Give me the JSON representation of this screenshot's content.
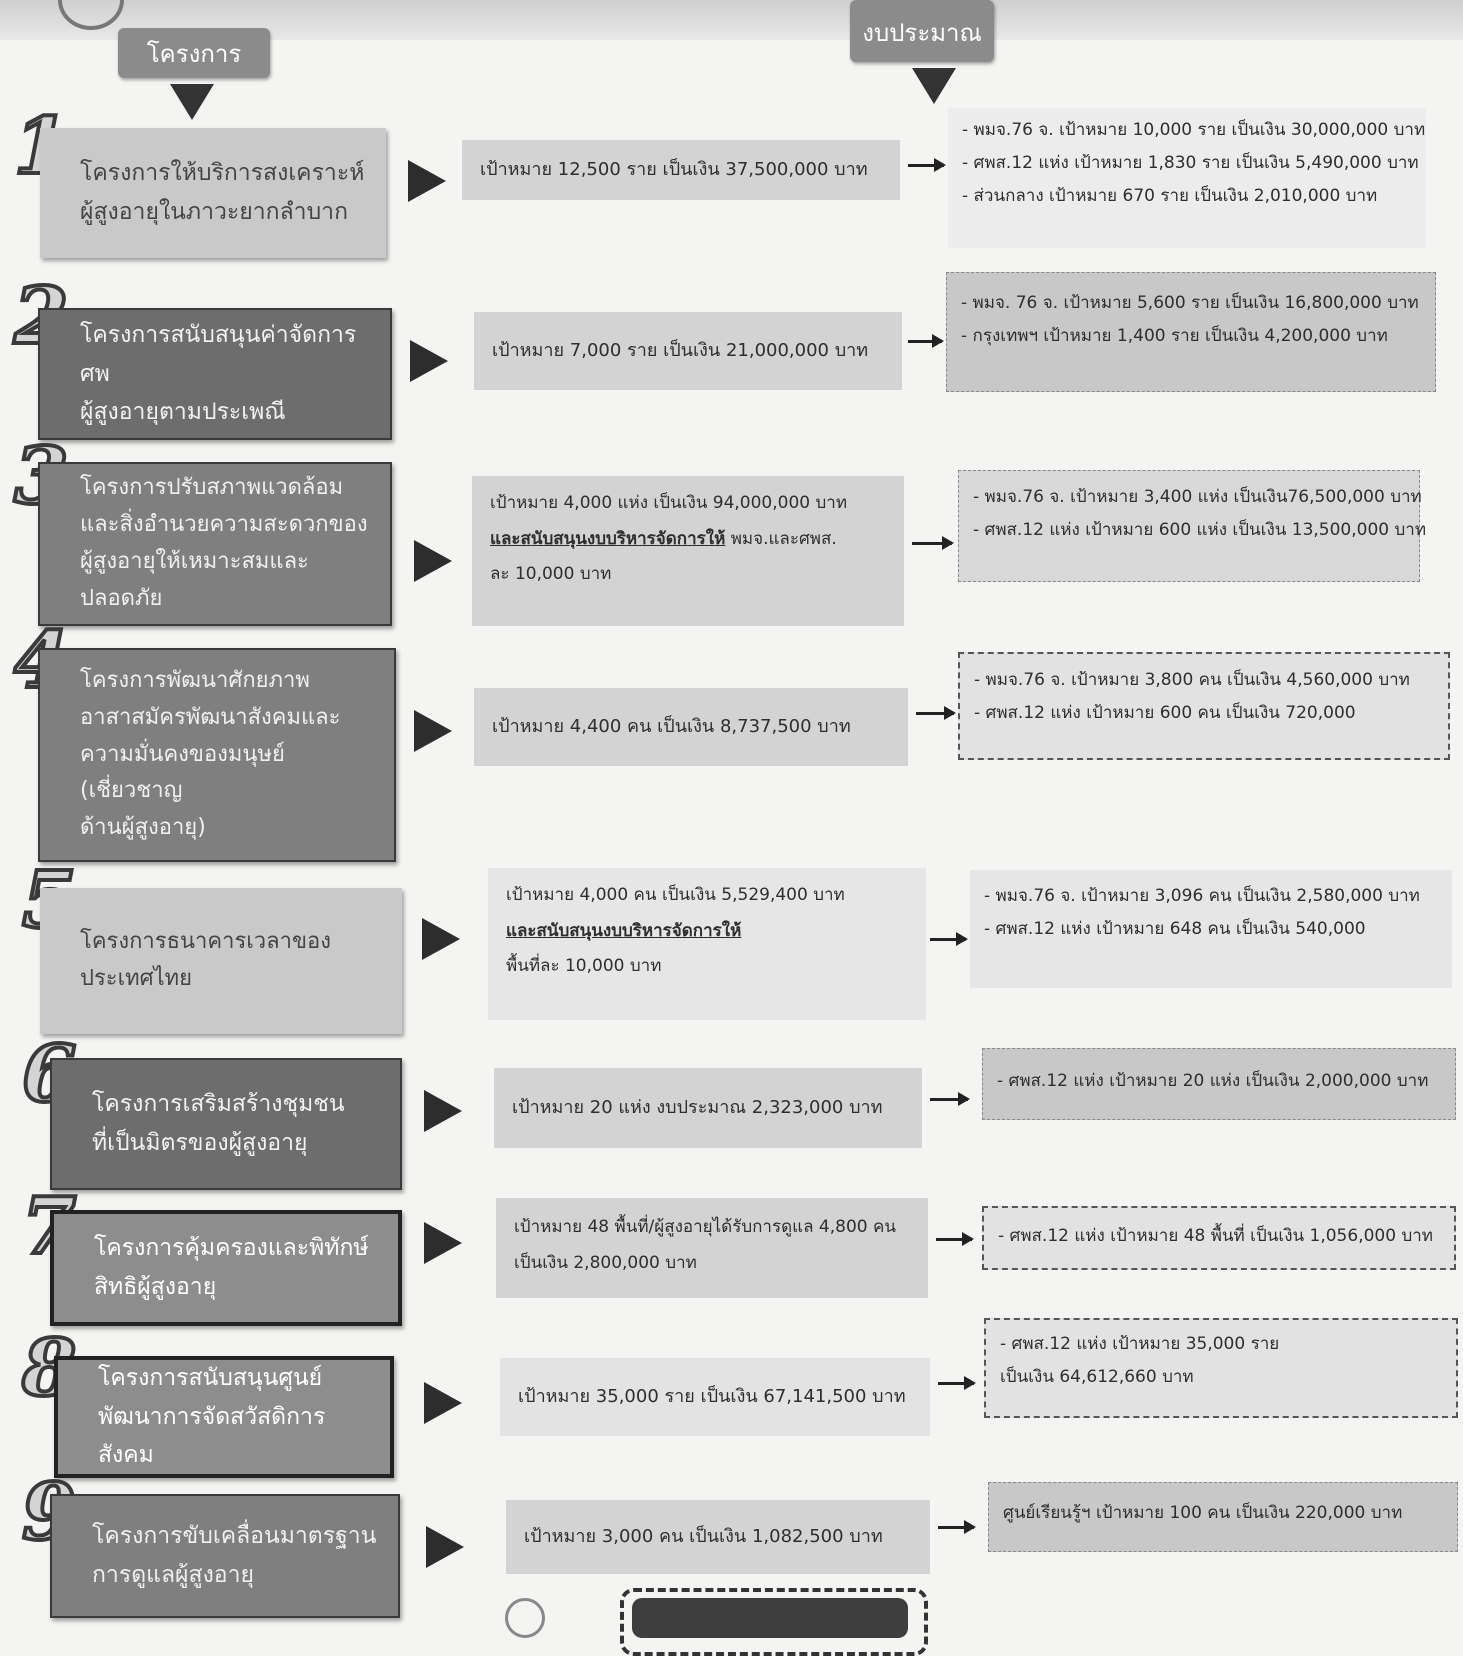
{
  "headers": {
    "project": "โครงการ",
    "budget": "งบประมาณ"
  },
  "rows": [
    {
      "number": "1",
      "project": "โครงการให้บริการสงเคราะห์\nผู้สูงอายุในภาวะยากลำบาก",
      "target_lines": [
        "เป้าหมาย 12,500 ราย เป็นเงิน 37,500,000 บาท"
      ],
      "details": [
        "- พมจ.76 จ. เป้าหมาย 10,000 ราย เป็นเงิน 30,000,000 บาท",
        "- ศพส.12 แห่ง เป้าหมาย 1,830 ราย เป็นเงิน 5,490,000 บาท",
        "- ส่วนกลาง เป้าหมาย 670 ราย เป็นเงิน 2,010,000 บาท"
      ]
    },
    {
      "number": "2",
      "project": "โครงการสนับสนุนค่าจัดการศพ\nผู้สูงอายุตามประเพณี",
      "target_lines": [
        "เป้าหมาย 7,000 ราย  เป็นเงิน 21,000,000 บาท"
      ],
      "details": [
        "- พมจ. 76 จ. เป้าหมาย 5,600 ราย เป็นเงิน 16,800,000 บาท",
        "- กรุงเทพฯ เป้าหมาย 1,400 ราย เป็นเงิน 4,200,000 บาท"
      ]
    },
    {
      "number": "3",
      "project": "โครงการปรับสภาพแวดล้อม\nและสิ่งอำนวยความสะดวกของ\nผู้สูงอายุให้เหมาะสมและปลอดภัย",
      "target_lines": [
        "เป้าหมาย 4,000 แห่ง เป็นเงิน 94,000,000 บาท"
      ],
      "target_underline": "และสนับสนุนงบบริหารจัดการให้",
      "target_underline_rest": " พมจ.และศพส.",
      "target_tail": "ละ 10,000 บาท",
      "details": [
        "- พมจ.76 จ. เป้าหมาย 3,400 แห่ง เป็นเงิน76,500,000 บาท",
        "- ศพส.12 แห่ง เป้าหมาย 600 แห่ง เป็นเงิน 13,500,000 บาท"
      ]
    },
    {
      "number": "4",
      "project": "โครงการพัฒนาศักยภาพ\nอาสาสมัครพัฒนาสังคมและ\nความมั่นคงของมนุษย์ (เชี่ยวชาญ\nด้านผู้สูงอายุ)",
      "target_lines": [
        "เป้าหมาย 4,400 คน เป็นเงิน 8,737,500 บาท"
      ],
      "details": [
        "- พมจ.76 จ.  เป้าหมาย 3,800 คน เป็นเงิน 4,560,000 บาท",
        "- ศพส.12 แห่ง เป้าหมาย  600 คน เป็นเงิน 720,000"
      ]
    },
    {
      "number": "5",
      "project": "โครงการธนาคารเวลาของ\nประเทศไทย",
      "target_lines": [
        "เป้าหมาย 4,000 คน เป็นเงิน 5,529,400 บาท"
      ],
      "target_underline": "และสนับสนุนงบบริหารจัดการให้",
      "target_underline_rest": "",
      "target_tail": "พื้นที่ละ 10,000 บาท",
      "details": [
        "- พมจ.76 จ.  เป้าหมาย 3,096 คน เป็นเงิน 2,580,000 บาท",
        "- ศพส.12 แห่ง เป้าหมาย 648 คน เป็นเงิน 540,000"
      ]
    },
    {
      "number": "6",
      "project": "โครงการเสริมสร้างชุมชน\nที่เป็นมิตรของผู้สูงอายุ",
      "target_lines": [
        "เป้าหมาย 20 แห่ง งบประมาณ 2,323,000 บาท"
      ],
      "details": [
        "- ศพส.12 แห่ง เป้าหมาย 20 แห่ง เป็นเงิน 2,000,000 บาท"
      ]
    },
    {
      "number": "7",
      "project": "โครงการคุ้มครองและพิทักษ์\nสิทธิผู้สูงอายุ",
      "target_lines": [
        "เป้าหมาย 48 พื้นที่/ผู้สูงอายุได้รับการดูแล 4,800 คน",
        "เป็นเงิน 2,800,000 บาท"
      ],
      "details": [
        "- ศพส.12 แห่ง เป้าหมาย 48 พื้นที่ เป็นเงิน 1,056,000 บาท"
      ]
    },
    {
      "number": "8",
      "project": "โครงการสนับสนุนศูนย์\nพัฒนาการจัดสวัสดิการสังคม",
      "target_lines": [
        "เป้าหมาย 35,000 ราย เป็นเงิน 67,141,500  บาท"
      ],
      "details": [
        "- ศพส.12 แห่ง เป้าหมาย 35,000 ราย",
        "เป็นเงิน 64,612,660 บาท"
      ]
    },
    {
      "number": "9",
      "project": "โครงการขับเคลื่อนมาตรฐาน\nการดูแลผู้สูงอายุ",
      "target_lines": [
        "เป้าหมาย 3,000 คน เป็นเงิน 1,082,500 บาท"
      ],
      "details": [
        "ศูนย์เรียนรู้ฯ เป้าหมาย 100 คน เป็นเงิน 220,000 บาท"
      ]
    }
  ]
}
